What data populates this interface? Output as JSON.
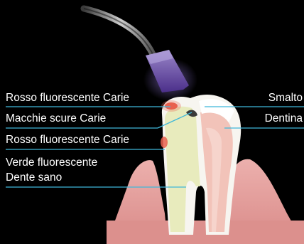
{
  "labels": {
    "left": {
      "red_fluorescent_caries_top": "Rosso fluorescente Carie",
      "dark_spots_caries": "Macchie scure Carie",
      "red_fluorescent_caries_bottom": "Rosso fluorescente Carie",
      "green_fluorescent": "Verde fluorescente",
      "healthy_tooth": "Dente sano"
    },
    "right": {
      "enamel": "Smalto",
      "dentin": "Dentina"
    }
  },
  "colors": {
    "background": "#000000",
    "leader_line": "#3fb7d9",
    "gum": "#e6a3a1",
    "tooth_enamel": "#f7f5f0",
    "tooth_green": "#e9ebc2",
    "dentin_pink": "#f2c6bd",
    "caries_red": "#e8604e",
    "probe_light": "#7a4fc6"
  }
}
